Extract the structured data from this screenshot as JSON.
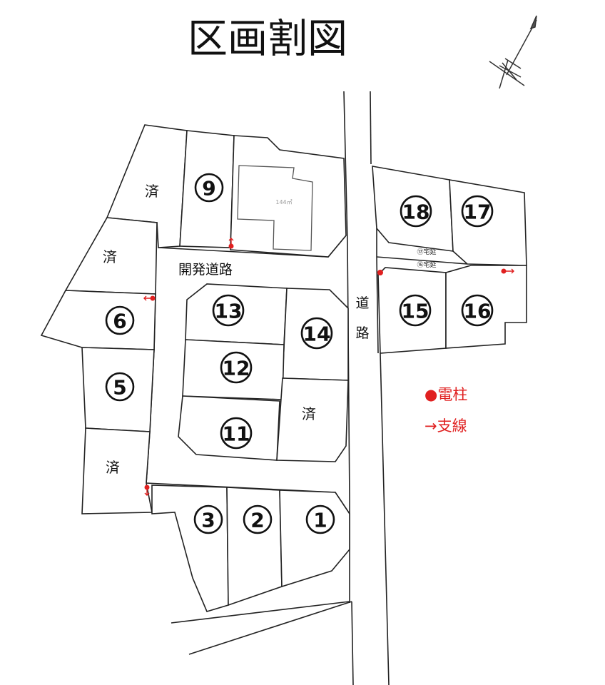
{
  "title": "区画割図",
  "road_labels": {
    "development_road": "開発道路",
    "road_char1": "道",
    "road_char2": "路"
  },
  "existing_building_area": "144㎡",
  "lots": [
    {
      "id": "1",
      "label": "1"
    },
    {
      "id": "2",
      "label": "2"
    },
    {
      "id": "3",
      "label": "3"
    },
    {
      "id": "5",
      "label": "5"
    },
    {
      "id": "6",
      "label": "6"
    },
    {
      "id": "9",
      "label": "9"
    },
    {
      "id": "11",
      "label": "11"
    },
    {
      "id": "12",
      "label": "12"
    },
    {
      "id": "13",
      "label": "13"
    },
    {
      "id": "14",
      "label": "14"
    },
    {
      "id": "15",
      "label": "15"
    },
    {
      "id": "16",
      "label": "16"
    },
    {
      "id": "17",
      "label": "17"
    },
    {
      "id": "18",
      "label": "18"
    }
  ],
  "sold_label": "済",
  "driveways": {
    "d17": "⑰宅延",
    "d16": "⑯宅延"
  },
  "legend": {
    "pole": "●電柱",
    "guy_wire": "→支線"
  },
  "colors": {
    "pole": "#e02020",
    "line": "#222222"
  }
}
